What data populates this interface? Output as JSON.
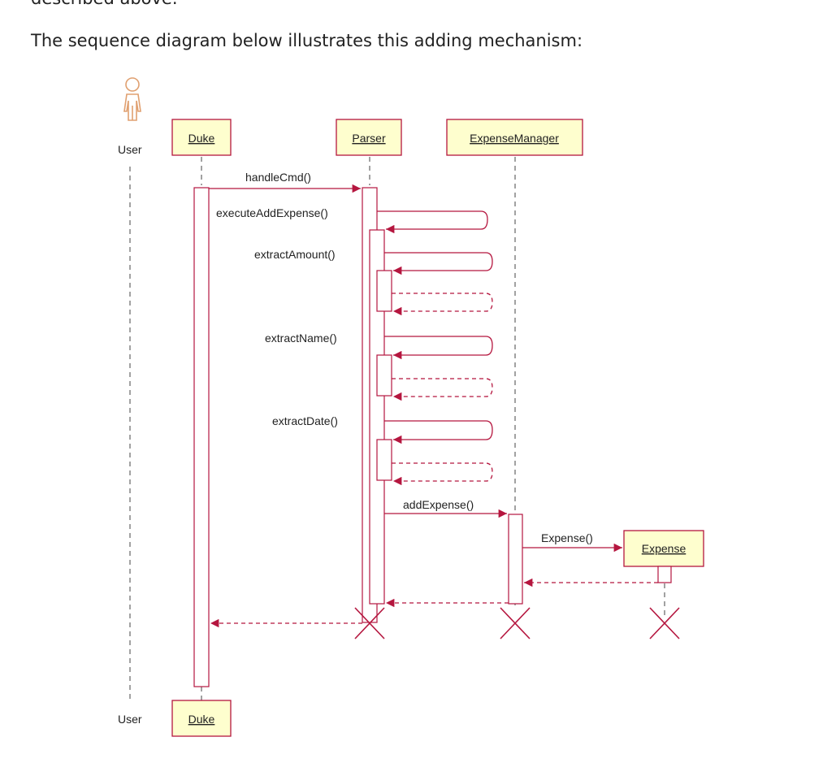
{
  "doc": {
    "clipped_text": "described above.",
    "intro": "The sequence diagram below illustrates this adding mechanism:"
  },
  "colors": {
    "line": "#b5163f",
    "box_fill": "#fefece",
    "lifeline": "#444444"
  },
  "diagram": {
    "actor_top": "User",
    "actor_bottom": "User",
    "participants": {
      "duke": "Duke",
      "parser": "Parser",
      "expense_manager": "ExpenseManager",
      "expense": "Expense",
      "duke_bottom": "Duke"
    },
    "messages": {
      "handle_cmd": "handleCmd()",
      "execute_add_expense": "executeAddExpense()",
      "extract_amount": "extractAmount()",
      "extract_name": "extractName()",
      "extract_date": "extractDate()",
      "add_expense": "addExpense()",
      "expense_ctor": "Expense()"
    }
  }
}
